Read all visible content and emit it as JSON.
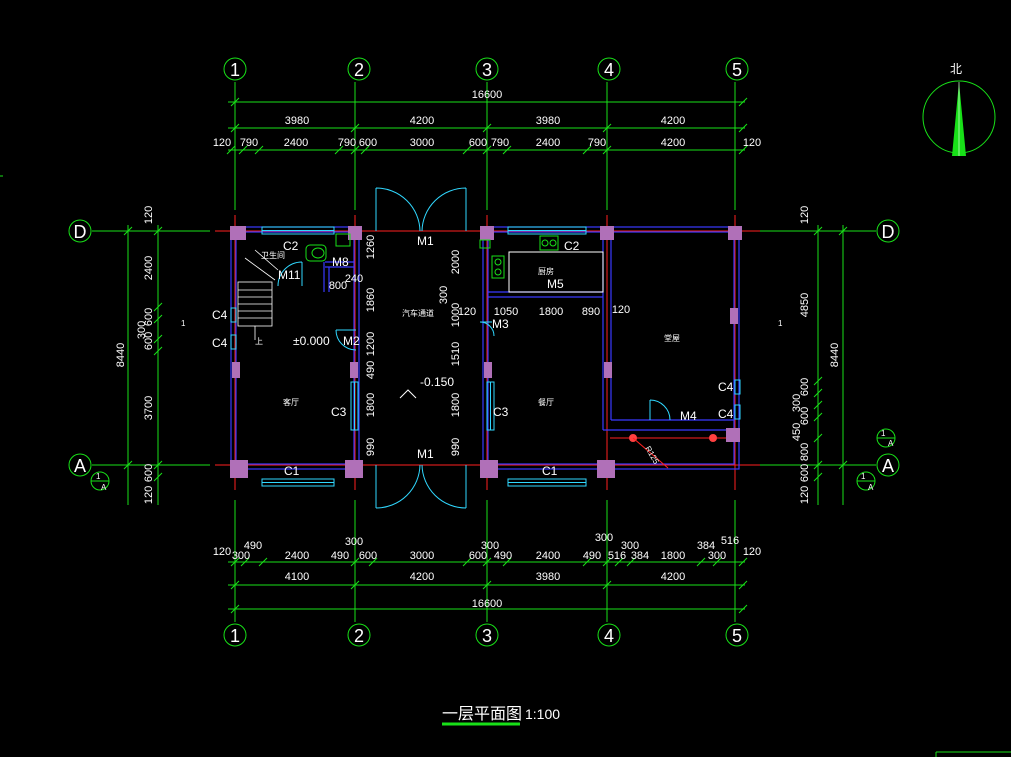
{
  "drawing": {
    "title": "一层平面图",
    "scale": "1:100",
    "north_label": "北",
    "colors": {
      "dimension": "#18e018",
      "wall": "#3a3aff",
      "axis_line": "#ff2020",
      "window": "#30d8ff",
      "column": "#b070b8",
      "text": "#ffffff"
    }
  },
  "axes": {
    "vertical": [
      "1",
      "2",
      "3",
      "4",
      "5"
    ],
    "horizontal": [
      "D",
      "A"
    ],
    "aux": [
      "1",
      "A"
    ]
  },
  "dims_top": {
    "total": "16600",
    "row1": [
      "3980",
      "4200",
      "3980",
      "4200"
    ],
    "row2": [
      "120",
      "790",
      "2400",
      "790",
      "600",
      "3000",
      "600",
      "790",
      "2400",
      "790",
      "4200",
      "120"
    ]
  },
  "dims_bottom": {
    "row1": [
      "120",
      "300",
      "490",
      "2400",
      "300",
      "490",
      "600",
      "3000",
      "600",
      "300",
      "490",
      "2400",
      "490",
      "300",
      "516",
      "300",
      "384",
      "1800",
      "384",
      "300",
      "516",
      "120"
    ],
    "row2": [
      "4100",
      "4200",
      "3980",
      "4200"
    ],
    "total": "16600"
  },
  "dims_left": {
    "row1": [
      "120",
      "2400",
      "600",
      "300",
      "600",
      "3700",
      "600",
      "120"
    ],
    "total": "8440"
  },
  "dims_right": {
    "row1": [
      "120",
      "4850",
      "600",
      "300",
      "600",
      "450",
      "800",
      "600",
      "120"
    ],
    "total": "8440"
  },
  "dims_interior": [
    "1260",
    "240",
    "800",
    "1860",
    "1200",
    "490",
    "1800",
    "990",
    "2000",
    "300",
    "1000",
    "1510",
    "1800",
    "990",
    "120",
    "1050",
    "1800",
    "890",
    "120"
  ],
  "labels": {
    "doors": [
      "M1",
      "M1",
      "M2",
      "M3",
      "M4",
      "M5",
      "M8",
      "M11"
    ],
    "windows": [
      "C1",
      "C1",
      "C2",
      "C2",
      "C3",
      "C3",
      "C4",
      "C4",
      "C4",
      "C4"
    ],
    "rooms": [
      "卫生间",
      "客厅",
      "汽车通道",
      "厨房",
      "餐厅",
      "堂屋"
    ],
    "levels": [
      "±0.000",
      "-0.150"
    ],
    "misc": [
      "上",
      "1",
      "1",
      "R125"
    ]
  }
}
